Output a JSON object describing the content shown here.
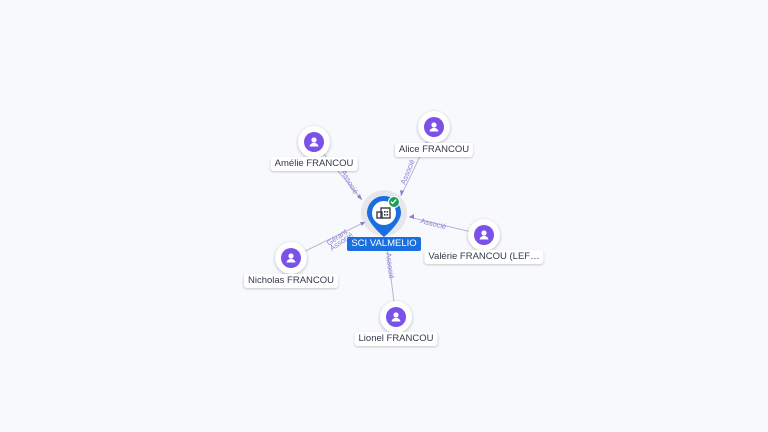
{
  "company": {
    "name": "SCI VALMELIO",
    "icon": "building-icon",
    "status": "verified-check-icon",
    "accent": "#1a6fe0"
  },
  "people": [
    {
      "name": "Amélie FRANCOU",
      "relation": "Associé"
    },
    {
      "name": "Alice FRANCOU",
      "relation": "Associé"
    },
    {
      "name": "Valérie FRANCOU (LEF…",
      "relation": "Associé"
    },
    {
      "name": "Nicholas FRANCOU",
      "relation": "Gérant",
      "relation2": "Associé"
    },
    {
      "name": "Lionel FRANCOU",
      "relation": "Associé"
    }
  ],
  "colors": {
    "person_node": "#7b52e8",
    "edge": "#b8b4d8",
    "edge_label": "#8a7fd8"
  }
}
